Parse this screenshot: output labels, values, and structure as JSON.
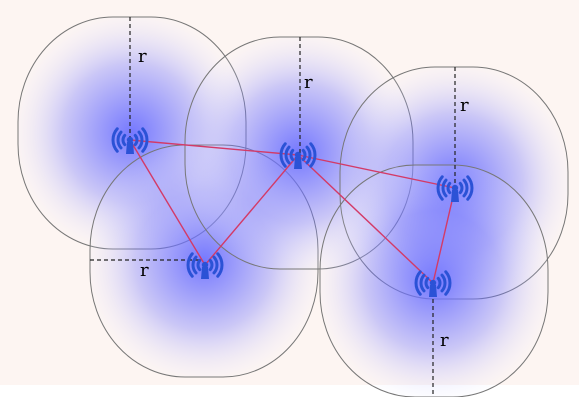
{
  "diagram": {
    "radius_label": "r",
    "colors": {
      "background": "#fdf5f2",
      "coverage_center": "#6e72ff",
      "coverage_edge": "#ffffff",
      "coverage_outline": "#777777",
      "link": "#d33a67",
      "node": "#2b52d6",
      "radius_line": "#222222"
    },
    "nodes": [
      {
        "id": "n1",
        "icon": "wifi-antenna-icon"
      },
      {
        "id": "n2",
        "icon": "wifi-antenna-icon"
      },
      {
        "id": "n3",
        "icon": "wifi-antenna-icon"
      },
      {
        "id": "n4",
        "icon": "wifi-antenna-icon"
      },
      {
        "id": "n5",
        "icon": "wifi-antenna-icon"
      }
    ],
    "links": [
      [
        "n1",
        "n2"
      ],
      [
        "n1",
        "n3"
      ],
      [
        "n3",
        "n2"
      ],
      [
        "n3",
        "n4"
      ],
      [
        "n3",
        "n5"
      ],
      [
        "n4",
        "n5"
      ]
    ]
  }
}
